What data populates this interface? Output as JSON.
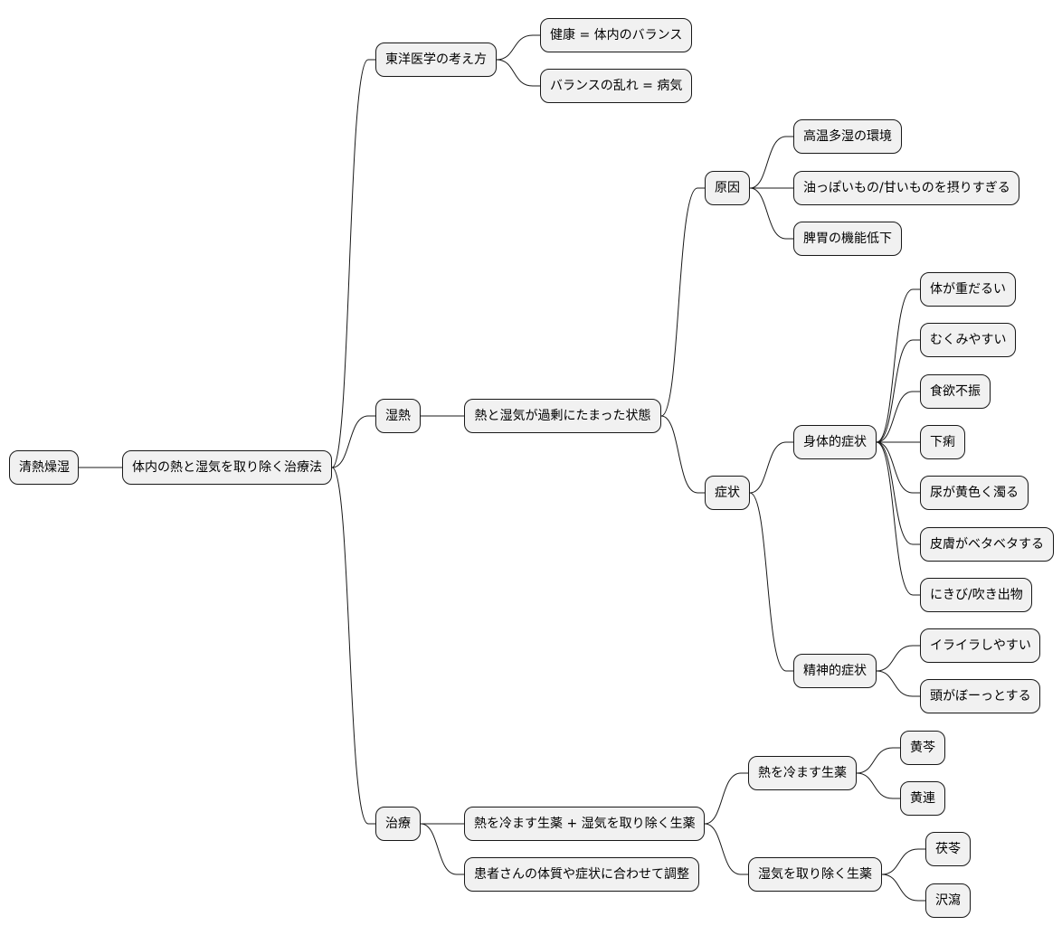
{
  "mindmap": {
    "root": "清熱燥湿",
    "definition": "体内の熱と湿気を取り除く治療法",
    "east_med": {
      "label": "東洋医学の考え方",
      "health": "健康 = 体内のバランス",
      "disease": "バランスの乱れ = 病気"
    },
    "shitsunetsu": {
      "label": "湿熱",
      "state": "熱と湿気が過剰にたまった状態",
      "cause": {
        "label": "原因",
        "items": [
          "高温多湿の環境",
          "油っぽいもの/甘いものを摂りすぎる",
          "脾胃の機能低下"
        ]
      },
      "symptom": {
        "label": "症状",
        "physical": {
          "label": "身体的症状",
          "items": [
            "体が重だるい",
            "むくみやすい",
            "食欲不振",
            "下痢",
            "尿が黄色く濁る",
            "皮膚がベタベタする",
            "にきび/吹き出物"
          ]
        },
        "mental": {
          "label": "精神的症状",
          "items": [
            "イライラしやすい",
            "頭がぼーっとする"
          ]
        }
      }
    },
    "treatment": {
      "label": "治療",
      "combo": "熱を冷ます生薬 + 湿気を取り除く生薬",
      "adjust": "患者さんの体質や症状に合わせて調整",
      "cool": {
        "label": "熱を冷ます生薬",
        "items": [
          "黄芩",
          "黄連"
        ]
      },
      "dry": {
        "label": "湿気を取り除く生薬",
        "items": [
          "茯苓",
          "沢瀉"
        ]
      }
    }
  }
}
